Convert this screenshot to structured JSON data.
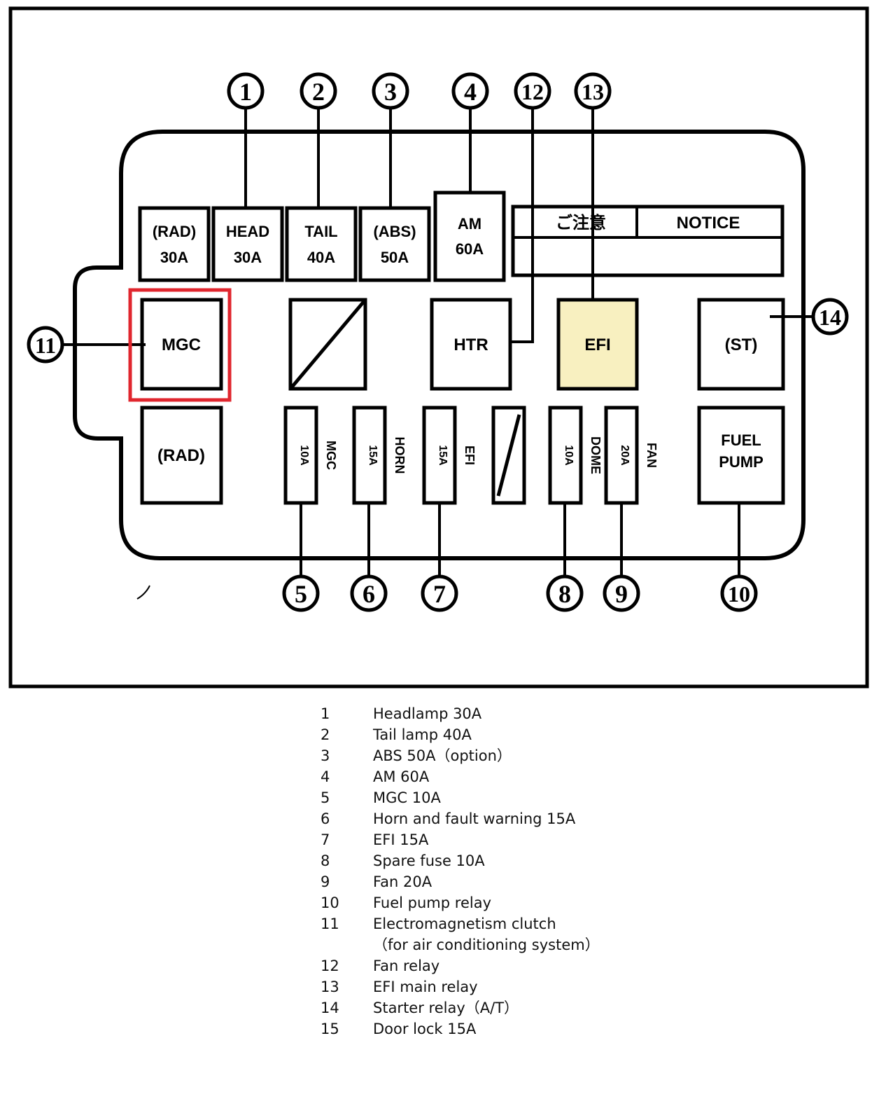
{
  "colors": {
    "ink": "#000000",
    "highlight_fill": "#f8f0c0",
    "selection_box": "#e0262e"
  },
  "diagram": {
    "callouts": {
      "c1": "1",
      "c2": "2",
      "c3": "3",
      "c4": "4",
      "c5": "5",
      "c6": "6",
      "c7": "7",
      "c8": "8",
      "c9": "9",
      "c10": "10",
      "c11": "11",
      "c12": "12",
      "c13": "13",
      "c14": "14"
    },
    "top_fuses": {
      "rad": {
        "name": "(RAD)",
        "rating": "30A"
      },
      "head": {
        "name": "HEAD",
        "rating": "30A"
      },
      "tail": {
        "name": "TAIL",
        "rating": "40A"
      },
      "abs": {
        "name": "(ABS)",
        "rating": "50A"
      },
      "am": {
        "name": "AM",
        "rating": "60A"
      }
    },
    "notice_panel": {
      "left": "ご注意",
      "right": "NOTICE"
    },
    "relays": {
      "mgc": "MGC",
      "htr": "HTR",
      "efi": "EFI",
      "st": "(ST)",
      "rad": "(RAD)",
      "fuel_pump_line1": "FUEL",
      "fuel_pump_line2": "PUMP"
    },
    "mini_fuses": {
      "f5": {
        "rating": "10A",
        "name": "MGC"
      },
      "f6": {
        "rating": "15A",
        "name": "HORN"
      },
      "f7": {
        "rating": "15A",
        "name": "EFI"
      },
      "f8": {
        "rating": "10A",
        "name": "DOME"
      },
      "f9": {
        "rating": "20A",
        "name": "FAN"
      }
    }
  },
  "legend": [
    {
      "num": "1",
      "text": "Headlamp 30A"
    },
    {
      "num": "2",
      "text": "Tail lamp 40A"
    },
    {
      "num": "3",
      "text": "ABS 50A（option）"
    },
    {
      "num": "4",
      "text": "AM 60A"
    },
    {
      "num": "5",
      "text": "MGC 10A"
    },
    {
      "num": "6",
      "text": "Horn and fault warning 15A"
    },
    {
      "num": "7",
      "text": "EFI 15A"
    },
    {
      "num": "8",
      "text": "Spare fuse 10A"
    },
    {
      "num": "9",
      "text": "Fan 20A"
    },
    {
      "num": "10",
      "text": "Fuel pump relay"
    },
    {
      "num": "11",
      "text": "Electromagnetism clutch\n（for air conditioning system）"
    },
    {
      "num": "12",
      "text": "Fan relay"
    },
    {
      "num": "13",
      "text": "EFI main relay"
    },
    {
      "num": "14",
      "text": "Starter relay（A/T）"
    },
    {
      "num": "15",
      "text": "Door lock 15A"
    }
  ]
}
